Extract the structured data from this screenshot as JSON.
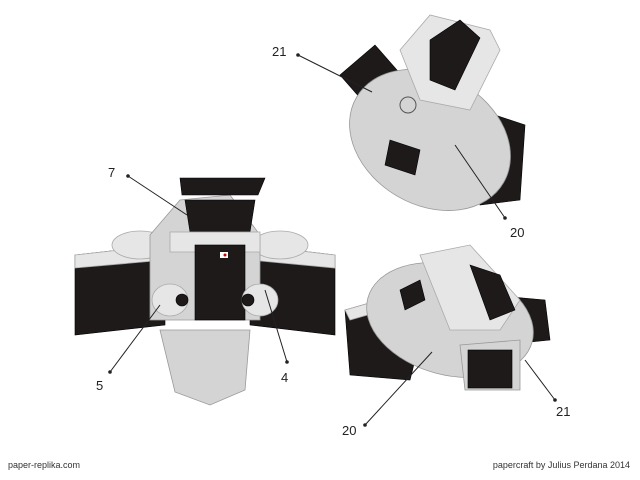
{
  "callouts": {
    "top_21": "21",
    "top_20": "20",
    "left_7": "7",
    "left_5": "5",
    "left_4": "4",
    "bottom_20": "20",
    "bottom_21": "21"
  },
  "footer": {
    "left": "paper-replika.com",
    "right": "papercraft by Julius Perdana 2014"
  }
}
